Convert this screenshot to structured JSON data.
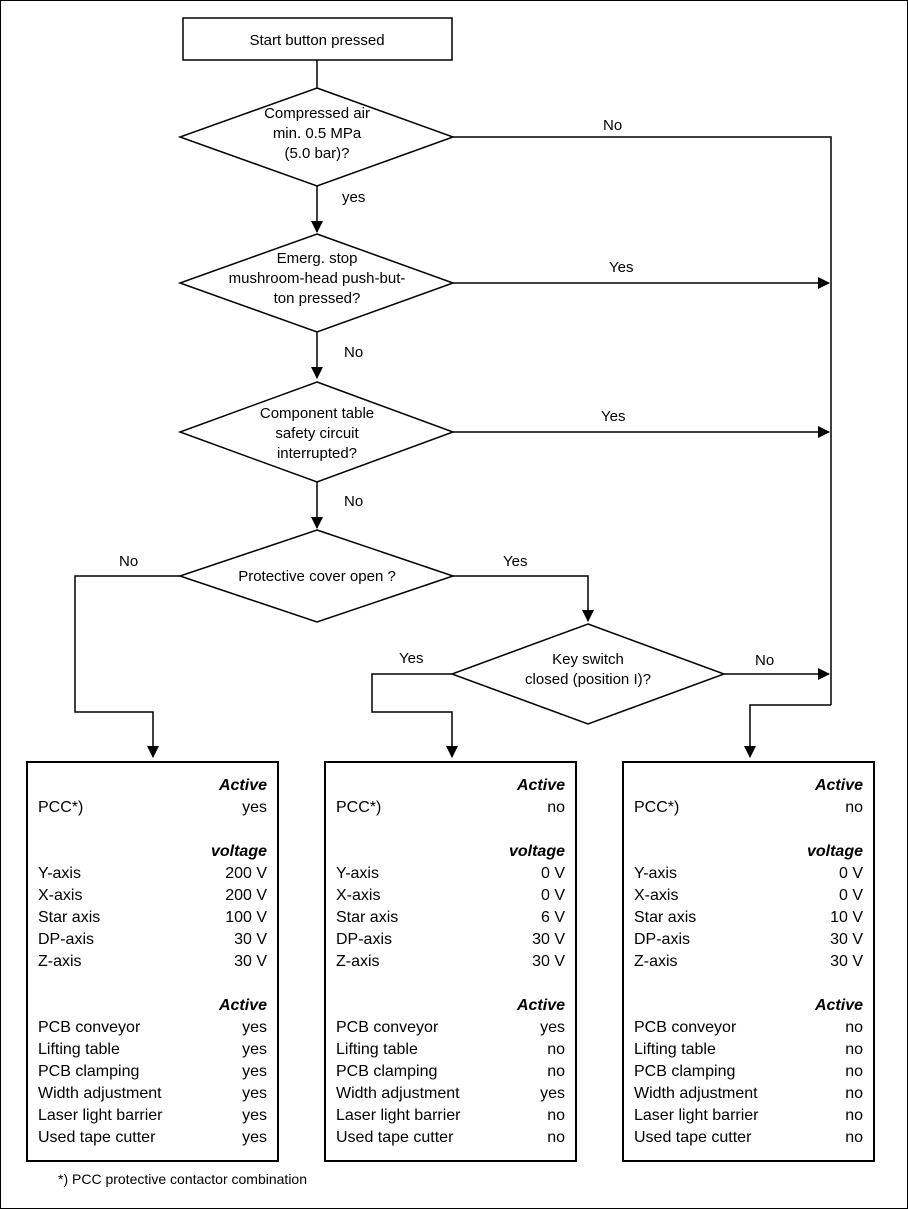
{
  "flow": {
    "start": "Start button pressed",
    "d1": [
      "Compressed air",
      "min. 0.5 MPa",
      "(5.0 bar)?"
    ],
    "d1_yes": "yes",
    "d1_no": "No",
    "d2": [
      "Emerg. stop",
      "mushroom-head push-but-",
      "ton pressed?"
    ],
    "d2_yes": "Yes",
    "d2_no": "No",
    "d3": [
      "Component table",
      "safety circuit",
      "interrupted?"
    ],
    "d3_yes": "Yes",
    "d3_no": "No",
    "d4": "Protective cover open ?",
    "d4_no": "No",
    "d4_yes": "Yes",
    "d5": [
      "Key switch",
      "closed (position I)?"
    ],
    "d5_yes": "Yes",
    "d5_no": "No"
  },
  "panels": [
    {
      "active_header": "Active",
      "pcc_label": "PCC*)",
      "pcc_value": "yes",
      "voltage_header": "voltage",
      "voltages": [
        {
          "label": "Y-axis",
          "value": "200 V"
        },
        {
          "label": "X-axis",
          "value": "200 V"
        },
        {
          "label": "Star axis",
          "value": "100 V"
        },
        {
          "label": "DP-axis",
          "value": "30 V"
        },
        {
          "label": "Z-axis",
          "value": "30 V"
        }
      ],
      "active_header2": "Active",
      "devices": [
        {
          "label": "PCB conveyor",
          "value": "yes"
        },
        {
          "label": "Lifting table",
          "value": "yes"
        },
        {
          "label": "PCB clamping",
          "value": "yes"
        },
        {
          "label": "Width adjustment",
          "value": "yes"
        },
        {
          "label": "Laser light barrier",
          "value": "yes"
        },
        {
          "label": "Used tape cutter",
          "value": "yes"
        }
      ]
    },
    {
      "active_header": "Active",
      "pcc_label": "PCC*)",
      "pcc_value": "no",
      "voltage_header": "voltage",
      "voltages": [
        {
          "label": "Y-axis",
          "value": "0 V"
        },
        {
          "label": "X-axis",
          "value": "0 V"
        },
        {
          "label": "Star axis",
          "value": "6 V"
        },
        {
          "label": "DP-axis",
          "value": "30 V"
        },
        {
          "label": "Z-axis",
          "value": "30 V"
        }
      ],
      "active_header2": "Active",
      "devices": [
        {
          "label": "PCB conveyor",
          "value": "yes"
        },
        {
          "label": "Lifting table",
          "value": "no"
        },
        {
          "label": "PCB clamping",
          "value": "no"
        },
        {
          "label": "Width adjustment",
          "value": "yes"
        },
        {
          "label": "Laser light barrier",
          "value": "no"
        },
        {
          "label": "Used tape cutter",
          "value": "no"
        }
      ]
    },
    {
      "active_header": "Active",
      "pcc_label": "PCC*)",
      "pcc_value": "no",
      "voltage_header": "voltage",
      "voltages": [
        {
          "label": "Y-axis",
          "value": "0 V"
        },
        {
          "label": "X-axis",
          "value": "0 V"
        },
        {
          "label": "Star axis",
          "value": "10 V"
        },
        {
          "label": "DP-axis",
          "value": "30 V"
        },
        {
          "label": "Z-axis",
          "value": "30 V"
        }
      ],
      "active_header2": "Active",
      "devices": [
        {
          "label": "PCB conveyor",
          "value": "no"
        },
        {
          "label": "Lifting table",
          "value": "no"
        },
        {
          "label": "PCB clamping",
          "value": "no"
        },
        {
          "label": "Width adjustment",
          "value": "no"
        },
        {
          "label": "Laser light barrier",
          "value": "no"
        },
        {
          "label": "Used tape cutter",
          "value": "no"
        }
      ]
    }
  ],
  "footnote": "*)   PCC protective contactor combination"
}
